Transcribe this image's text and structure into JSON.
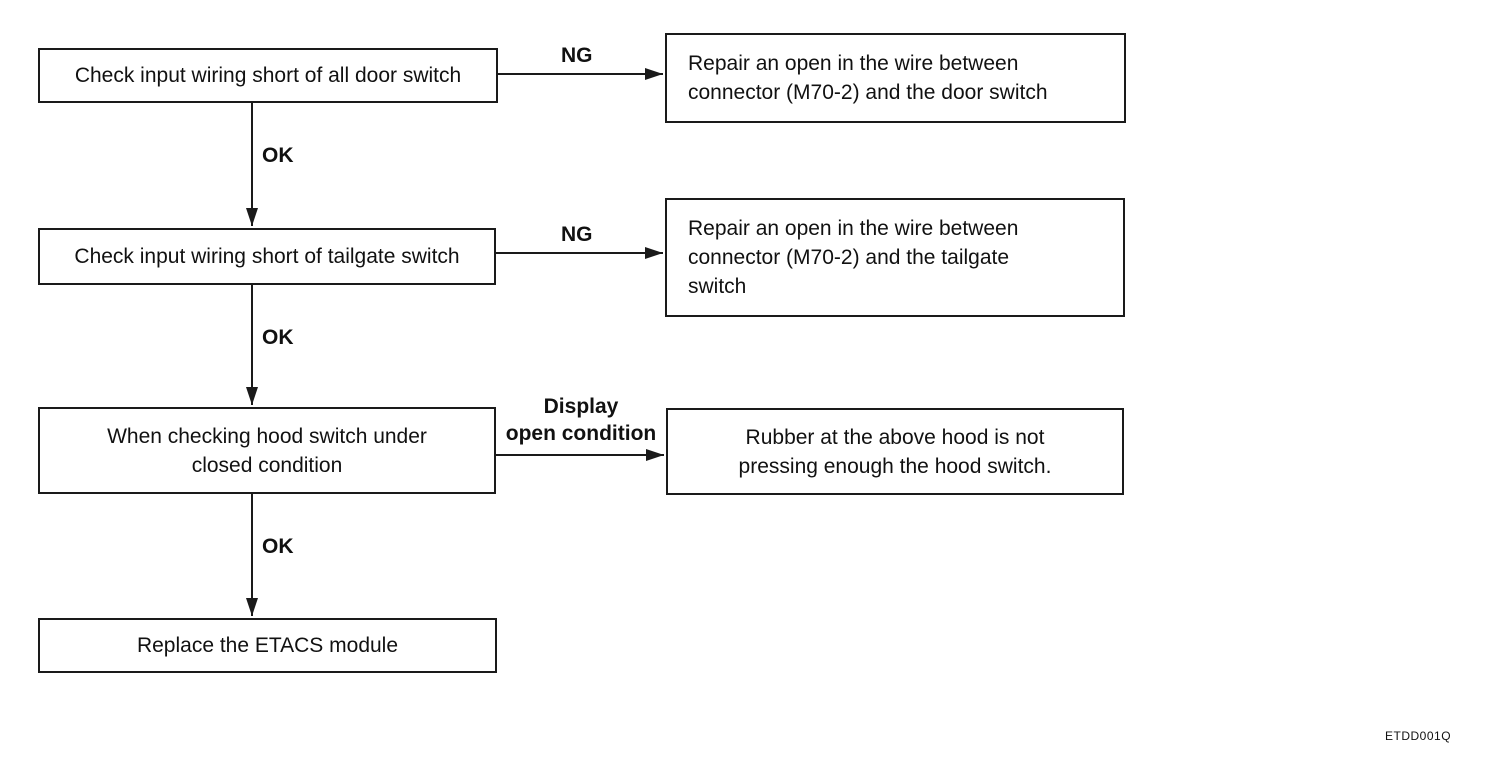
{
  "flowchart": {
    "steps": [
      {
        "text": "Check input wiring short of all door switch"
      },
      {
        "text": "Check input wiring short of tailgate switch"
      },
      {
        "text": "When checking hood switch under\nclosed condition"
      },
      {
        "text": "Replace the ETACS module"
      }
    ],
    "outcomes": [
      {
        "text": "Repair an open in the wire between\nconnector (M70-2) and the door switch"
      },
      {
        "text": "Repair an open in the wire between\nconnector (M70-2) and the tailgate\nswitch"
      },
      {
        "text": "Rubber at the above hood is not\npressing enough the hood switch."
      }
    ],
    "branch_labels": [
      "NG",
      "NG",
      "Display\nopen condition"
    ],
    "flow_labels": [
      "OK",
      "OK",
      "OK"
    ]
  },
  "figure_id": "ETDD001Q"
}
